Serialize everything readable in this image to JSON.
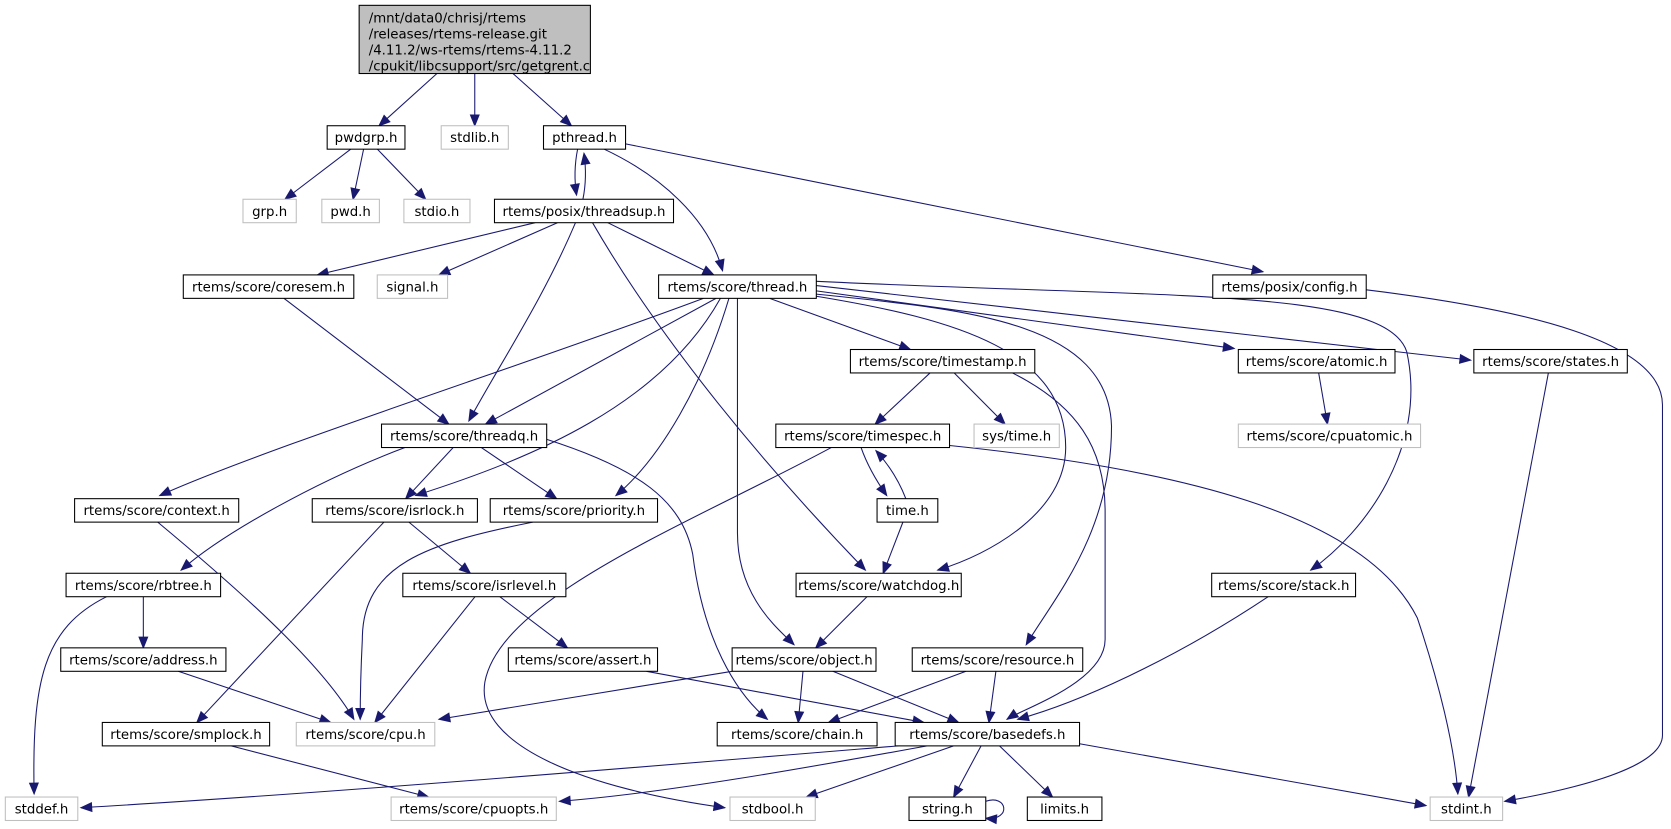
{
  "diagram": {
    "type": "include-dependency-graph",
    "edge_color": "#191970",
    "root_fill": "#bfbfbf",
    "external_border": "#bfbfbf",
    "root": {
      "id": "root",
      "label_lines": [
        "/mnt/data0/chrisj/rtems",
        "/releases/rtems-release.git",
        "/4.11.2/ws-rtems/rtems-4.11.2",
        "/cpukit/libcsupport/src/getgrent.c"
      ]
    },
    "nodes": [
      {
        "id": "pwdgrp",
        "label": "pwdgrp.h",
        "kind": "documented"
      },
      {
        "id": "stdlib",
        "label": "stdlib.h",
        "kind": "external"
      },
      {
        "id": "pthread",
        "label": "pthread.h",
        "kind": "documented"
      },
      {
        "id": "grp",
        "label": "grp.h",
        "kind": "external"
      },
      {
        "id": "pwd",
        "label": "pwd.h",
        "kind": "external"
      },
      {
        "id": "stdio",
        "label": "stdio.h",
        "kind": "external"
      },
      {
        "id": "threadsup",
        "label": "rtems/posix/threadsup.h",
        "kind": "documented"
      },
      {
        "id": "coresem",
        "label": "rtems/score/coresem.h",
        "kind": "documented"
      },
      {
        "id": "signal",
        "label": "signal.h",
        "kind": "external"
      },
      {
        "id": "thread",
        "label": "rtems/score/thread.h",
        "kind": "documented"
      },
      {
        "id": "config",
        "label": "rtems/posix/config.h",
        "kind": "documented"
      },
      {
        "id": "timestamp",
        "label": "rtems/score/timestamp.h",
        "kind": "documented"
      },
      {
        "id": "atomic",
        "label": "rtems/score/atomic.h",
        "kind": "documented"
      },
      {
        "id": "states",
        "label": "rtems/score/states.h",
        "kind": "documented"
      },
      {
        "id": "threadq",
        "label": "rtems/score/threadq.h",
        "kind": "documented"
      },
      {
        "id": "timespec",
        "label": "rtems/score/timespec.h",
        "kind": "documented"
      },
      {
        "id": "systime",
        "label": "sys/time.h",
        "kind": "external"
      },
      {
        "id": "cpuatomic",
        "label": "rtems/score/cpuatomic.h",
        "kind": "external"
      },
      {
        "id": "context",
        "label": "rtems/score/context.h",
        "kind": "documented"
      },
      {
        "id": "isrlock",
        "label": "rtems/score/isrlock.h",
        "kind": "documented"
      },
      {
        "id": "priority",
        "label": "rtems/score/priority.h",
        "kind": "documented"
      },
      {
        "id": "timeh",
        "label": "time.h",
        "kind": "documented"
      },
      {
        "id": "rbtree",
        "label": "rtems/score/rbtree.h",
        "kind": "documented"
      },
      {
        "id": "isrlevel",
        "label": "rtems/score/isrlevel.h",
        "kind": "documented"
      },
      {
        "id": "watchdog",
        "label": "rtems/score/watchdog.h",
        "kind": "documented"
      },
      {
        "id": "stack",
        "label": "rtems/score/stack.h",
        "kind": "documented"
      },
      {
        "id": "address",
        "label": "rtems/score/address.h",
        "kind": "documented"
      },
      {
        "id": "assert",
        "label": "rtems/score/assert.h",
        "kind": "documented"
      },
      {
        "id": "object",
        "label": "rtems/score/object.h",
        "kind": "documented"
      },
      {
        "id": "resource",
        "label": "rtems/score/resource.h",
        "kind": "documented"
      },
      {
        "id": "smplock",
        "label": "rtems/score/smplock.h",
        "kind": "documented"
      },
      {
        "id": "cpu",
        "label": "rtems/score/cpu.h",
        "kind": "external"
      },
      {
        "id": "chain",
        "label": "rtems/score/chain.h",
        "kind": "documented"
      },
      {
        "id": "basedefs",
        "label": "rtems/score/basedefs.h",
        "kind": "documented"
      },
      {
        "id": "stddef",
        "label": "stddef.h",
        "kind": "external"
      },
      {
        "id": "cpuopts",
        "label": "rtems/score/cpuopts.h",
        "kind": "external"
      },
      {
        "id": "stdbool",
        "label": "stdbool.h",
        "kind": "external"
      },
      {
        "id": "string",
        "label": "string.h",
        "kind": "documented"
      },
      {
        "id": "limits",
        "label": "limits.h",
        "kind": "documented"
      },
      {
        "id": "stdint",
        "label": "stdint.h",
        "kind": "external"
      }
    ],
    "edges": [
      [
        "root",
        "pwdgrp"
      ],
      [
        "root",
        "stdlib"
      ],
      [
        "root",
        "pthread"
      ],
      [
        "pwdgrp",
        "grp"
      ],
      [
        "pwdgrp",
        "pwd"
      ],
      [
        "pwdgrp",
        "stdio"
      ],
      [
        "pthread",
        "threadsup"
      ],
      [
        "pthread",
        "thread"
      ],
      [
        "pthread",
        "config"
      ],
      [
        "threadsup",
        "pthread"
      ],
      [
        "threadsup",
        "coresem"
      ],
      [
        "threadsup",
        "signal"
      ],
      [
        "threadsup",
        "thread"
      ],
      [
        "threadsup",
        "threadq"
      ],
      [
        "threadsup",
        "watchdog"
      ],
      [
        "coresem",
        "threadq"
      ],
      [
        "config",
        "stdint"
      ],
      [
        "thread",
        "timestamp"
      ],
      [
        "thread",
        "atomic"
      ],
      [
        "thread",
        "states"
      ],
      [
        "thread",
        "threadq"
      ],
      [
        "thread",
        "context"
      ],
      [
        "thread",
        "isrlock"
      ],
      [
        "thread",
        "priority"
      ],
      [
        "thread",
        "object"
      ],
      [
        "thread",
        "watchdog"
      ],
      [
        "thread",
        "resource"
      ],
      [
        "thread",
        "stack"
      ],
      [
        "timestamp",
        "timespec"
      ],
      [
        "timestamp",
        "systime"
      ],
      [
        "timestamp",
        "basedefs"
      ],
      [
        "atomic",
        "cpuatomic"
      ],
      [
        "states",
        "stdint"
      ],
      [
        "threadq",
        "isrlock"
      ],
      [
        "threadq",
        "priority"
      ],
      [
        "threadq",
        "rbtree"
      ],
      [
        "threadq",
        "chain"
      ],
      [
        "timespec",
        "timeh"
      ],
      [
        "timespec",
        "stdbool"
      ],
      [
        "timespec",
        "stdint"
      ],
      [
        "timeh",
        "timespec"
      ],
      [
        "timeh",
        "watchdog"
      ],
      [
        "context",
        "cpu"
      ],
      [
        "isrlock",
        "isrlevel"
      ],
      [
        "isrlock",
        "smplock"
      ],
      [
        "priority",
        "cpu"
      ],
      [
        "rbtree",
        "address"
      ],
      [
        "rbtree",
        "stddef"
      ],
      [
        "isrlevel",
        "cpu"
      ],
      [
        "isrlevel",
        "assert"
      ],
      [
        "watchdog",
        "object"
      ],
      [
        "stack",
        "basedefs"
      ],
      [
        "address",
        "cpu"
      ],
      [
        "assert",
        "basedefs"
      ],
      [
        "object",
        "cpu"
      ],
      [
        "object",
        "chain"
      ],
      [
        "object",
        "basedefs"
      ],
      [
        "resource",
        "chain"
      ],
      [
        "resource",
        "basedefs"
      ],
      [
        "smplock",
        "cpuopts"
      ],
      [
        "basedefs",
        "stddef"
      ],
      [
        "basedefs",
        "cpuopts"
      ],
      [
        "basedefs",
        "stdbool"
      ],
      [
        "basedefs",
        "string"
      ],
      [
        "basedefs",
        "limits"
      ],
      [
        "basedefs",
        "stdint"
      ],
      [
        "string",
        "string"
      ]
    ]
  }
}
